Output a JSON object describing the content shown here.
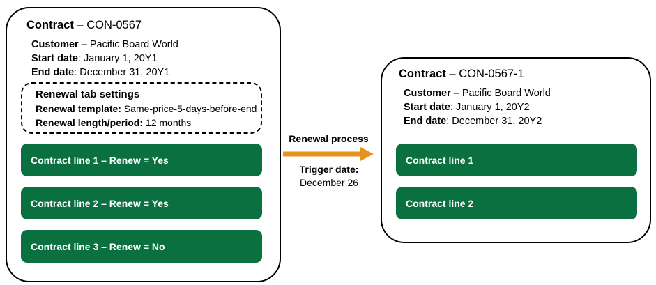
{
  "source_contract": {
    "title_label": "Contract",
    "title_separator": " – ",
    "title_value": "CON-0567",
    "details": [
      {
        "label": "Customer",
        "separator": " – ",
        "value": "Pacific Board World"
      },
      {
        "label": "Start date",
        "separator": ": ",
        "value": "January 1, 20Y1"
      },
      {
        "label": "End date",
        "separator": ": ",
        "value": "December 31, 20Y1"
      }
    ],
    "renewal_settings": {
      "heading": "Renewal tab settings",
      "rows": [
        {
          "label": "Renewal template:",
          "separator": "  ",
          "value": "Same-price-5-days-before-end"
        },
        {
          "label": "Renewal length/period:",
          "separator": " ",
          "value": "12 months"
        }
      ]
    },
    "lines": [
      {
        "text": "Contract line 1 – Renew = Yes"
      },
      {
        "text": "Contract line 2 – Renew = Yes"
      },
      {
        "text": "Contract line 3 – Renew = No"
      }
    ]
  },
  "process_arrow": {
    "caption": "Renewal process",
    "trigger_label": "Trigger date:",
    "trigger_value": "December 26",
    "color": "#E8921E"
  },
  "renewed_contract": {
    "title_label": "Contract",
    "title_separator": " – ",
    "title_value": "CON-0567-1",
    "details": [
      {
        "label": "Customer",
        "separator": " – ",
        "value": "Pacific Board World"
      },
      {
        "label": "Start date",
        "separator": ": ",
        "value": "January 1, 20Y2"
      },
      {
        "label": "End date",
        "separator": ": ",
        "value": "December 31, 20Y2"
      }
    ],
    "lines": [
      {
        "text": "Contract line 1"
      },
      {
        "text": "Contract line 2"
      }
    ]
  },
  "theme": {
    "line_bar_color": "#0A7040",
    "outline_color": "#000000",
    "background": "#ffffff"
  }
}
